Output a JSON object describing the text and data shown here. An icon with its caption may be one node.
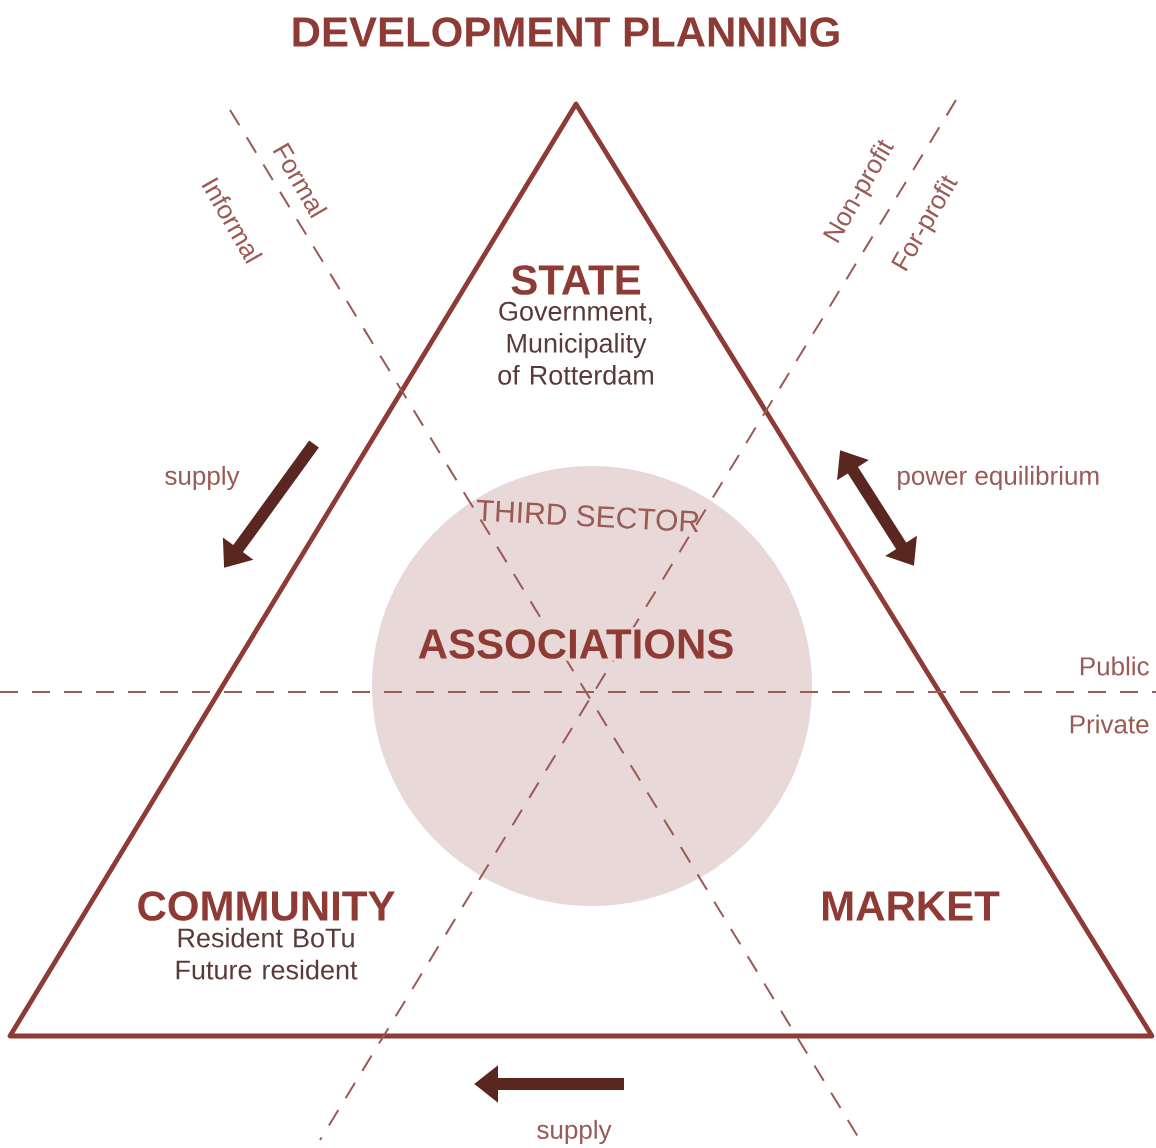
{
  "diagram": {
    "title": "DEVELOPMENT PLANNING",
    "nodes": [
      {
        "text": [],
        "shape": "triangle"
      },
      {
        "text": [
          "STATE",
          "Government, Municipality of Rotterdam"
        ],
        "in": 0
      },
      {
        "text": [
          "THIRD SECTOR",
          "ASSOCIATIONS"
        ],
        "in": 0
      },
      {
        "text": [
          "COMMUNITY",
          "Resident BoTu Future resident"
        ],
        "in": 0
      },
      {
        "text": [
          "MARKET"
        ],
        "in": 0
      }
    ],
    "labels": [
      "Formal",
      "Informal",
      "Non-profit",
      "For-profit",
      "supply",
      "power equilibrium",
      "Public",
      "Private",
      "supply"
    ]
  }
}
